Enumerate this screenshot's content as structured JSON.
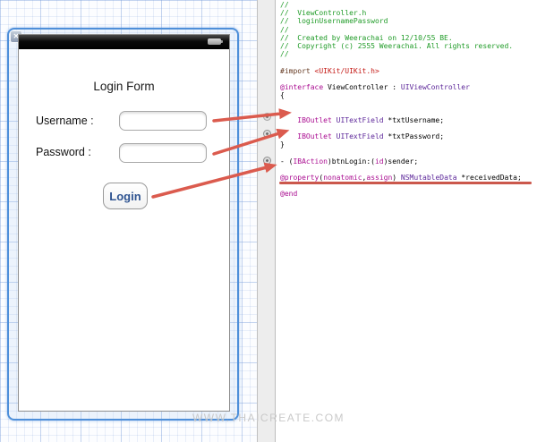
{
  "canvas": {
    "watermark": "WWW.THAICREATE.COM"
  },
  "phone": {
    "title": "Login Form",
    "username_label": "Username :",
    "password_label": "Password :",
    "username_value": "",
    "password_value": "",
    "login_button": "Login"
  },
  "code": {
    "filename_comment": "ViewController.h",
    "project_comment": "loginUsernamePassword",
    "lines": [
      [
        [
          "cm",
          "//"
        ]
      ],
      [
        [
          "cm",
          "//  ViewController.h"
        ]
      ],
      [
        [
          "cm",
          "//  loginUsernamePassword"
        ]
      ],
      [
        [
          "cm",
          "//"
        ]
      ],
      [
        [
          "cm",
          "//  Created by Weerachai on 12/10/55 BE."
        ]
      ],
      [
        [
          "cm",
          "//  Copyright (c) 2555 Weerachai. All rights reserved."
        ]
      ],
      [
        [
          "cm",
          "//"
        ]
      ],
      [],
      [
        [
          "pp",
          "#import "
        ],
        [
          "st",
          "<UIKit/UIKit.h>"
        ]
      ],
      [],
      [
        [
          "kw",
          "@interface"
        ],
        [
          "pl",
          " ViewController : "
        ],
        [
          "cls",
          "UIViewController"
        ]
      ],
      [
        [
          "pl",
          "{"
        ]
      ],
      [],
      [],
      [
        [
          "pl",
          "    "
        ],
        [
          "kw",
          "IBOutlet"
        ],
        [
          "pl",
          " "
        ],
        [
          "cls",
          "UITextField"
        ],
        [
          "pl",
          " *txtUsername;"
        ]
      ],
      [],
      [
        [
          "pl",
          "    "
        ],
        [
          "kw",
          "IBOutlet"
        ],
        [
          "pl",
          " "
        ],
        [
          "cls",
          "UITextField"
        ],
        [
          "pl",
          " *txtPassword;"
        ]
      ],
      [
        [
          "pl",
          "}"
        ]
      ],
      [],
      [
        [
          "pl",
          "- ("
        ],
        [
          "kw",
          "IBAction"
        ],
        [
          "pl",
          ")btnLogin:("
        ],
        [
          "kw",
          "id"
        ],
        [
          "pl",
          ")sender;"
        ]
      ],
      [],
      [
        [
          "kw",
          "@property"
        ],
        [
          "pl",
          "("
        ],
        [
          "kw",
          "nonatomic"
        ],
        [
          "pl",
          ","
        ],
        [
          "kw",
          "assign"
        ],
        [
          "pl",
          ") "
        ],
        [
          "cls",
          "NSMutableData"
        ],
        [
          "pl",
          " *receivedData;"
        ]
      ],
      [],
      [
        [
          "kw",
          "@end"
        ]
      ]
    ]
  },
  "colors": {
    "arrow_annotation": "#db5b4e",
    "error_underline": "#cb584c",
    "syntax_comment": "#1f9b27",
    "syntax_keyword": "#aa0d91",
    "syntax_class": "#5c2699",
    "syntax_preprocessor": "#643820",
    "syntax_string": "#c41a16",
    "selection_border": "#4e8fd9",
    "button_text": "#2f5491"
  }
}
